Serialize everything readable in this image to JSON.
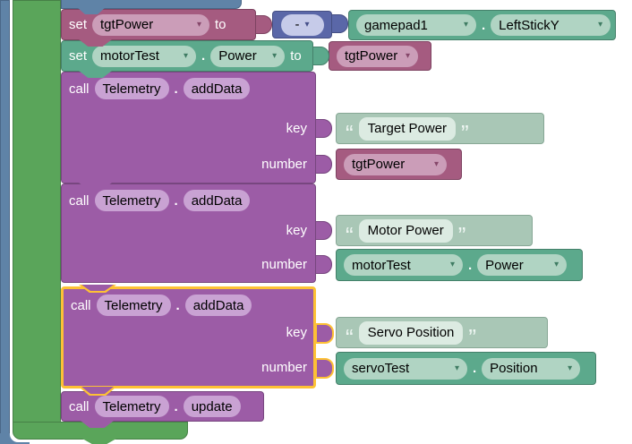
{
  "colors": {
    "variable_block": "#a55b80",
    "device_block": "#5ca98c",
    "math_block": "#5a67a8",
    "procedure_block": "#9c5ca6",
    "text_block": "#a9c7b6",
    "loop_block": "#5aa55a",
    "function_block": "#5f83a7",
    "selection_outline": "#fdc135"
  },
  "ui": {
    "dropdown_arrow": "▾",
    "dot": ".",
    "open_quote": "“",
    "close_quote": "”"
  },
  "set_tgt_power": {
    "set": "set",
    "variable": "tgtPower",
    "to": "to"
  },
  "negate": {
    "operator": "-"
  },
  "gamepad": {
    "device": "gamepad1",
    "property": "LeftStickY"
  },
  "set_motor_power": {
    "set": "set",
    "device": "motorTest",
    "property": "Power",
    "to": "to",
    "value_variable": "tgtPower"
  },
  "telemetry_target": {
    "call": "call",
    "component": "Telemetry",
    "method": "addData",
    "key_label": "key",
    "key_value": "Target Power",
    "number_label": "number",
    "number_variable": "tgtPower"
  },
  "telemetry_motor": {
    "call": "call",
    "component": "Telemetry",
    "method": "addData",
    "key_label": "key",
    "key_value": "Motor Power",
    "number_label": "number",
    "number_device": "motorTest",
    "number_property": "Power"
  },
  "telemetry_servo": {
    "call": "call",
    "component": "Telemetry",
    "method": "addData",
    "key_label": "key",
    "key_value": "Servo Position",
    "number_label": "number",
    "number_device": "servoTest",
    "number_property": "Position",
    "selected": true
  },
  "telemetry_update": {
    "call": "call",
    "component": "Telemetry",
    "method": "update"
  }
}
